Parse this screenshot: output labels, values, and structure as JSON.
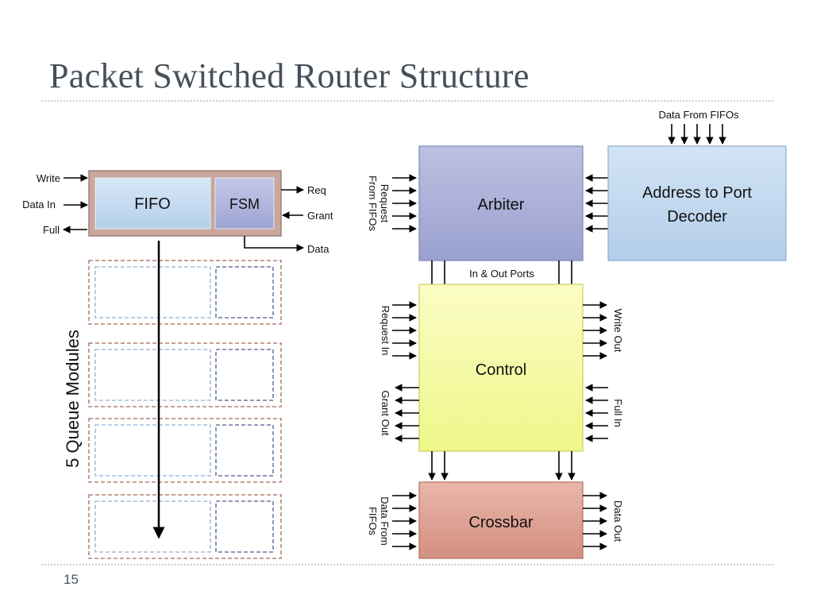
{
  "title": "Packet Switched Router Structure",
  "slide_number": "15",
  "queue": {
    "fifo_label": "FIFO",
    "fsm_label": "FSM",
    "inputs": {
      "write": "Write",
      "data_in": "Data In",
      "full": "Full"
    },
    "outputs": {
      "req": "Req",
      "grant": "Grant",
      "data": "Data"
    },
    "modules_label": "5 Queue Modules"
  },
  "arbiter": {
    "label": "Arbiter",
    "request_label_1": "Request",
    "request_label_2": "From FIFOs"
  },
  "decoder": {
    "label_1": "Address to Port",
    "label_2": "Decoder",
    "input_label": "Data From FIFOs"
  },
  "control": {
    "label": "Control",
    "ports_label": "In & Out Ports",
    "request_in": "Request In",
    "grant_out": "Grant Out",
    "write_out": "Write Out",
    "full_in": "Full In"
  },
  "crossbar": {
    "label": "Crossbar",
    "data_from_1": "Data From",
    "data_from_2": "FIFOs",
    "data_out": "Data Out"
  },
  "colors": {
    "fifo": "#c8dcf0",
    "fsm": "#b3b8de",
    "arbiter": "#a9b0d8",
    "decoder": "#c4d8ee",
    "control": "#f6fba6",
    "crossbar": "#dfa295",
    "queue_border": "#a06a58"
  }
}
